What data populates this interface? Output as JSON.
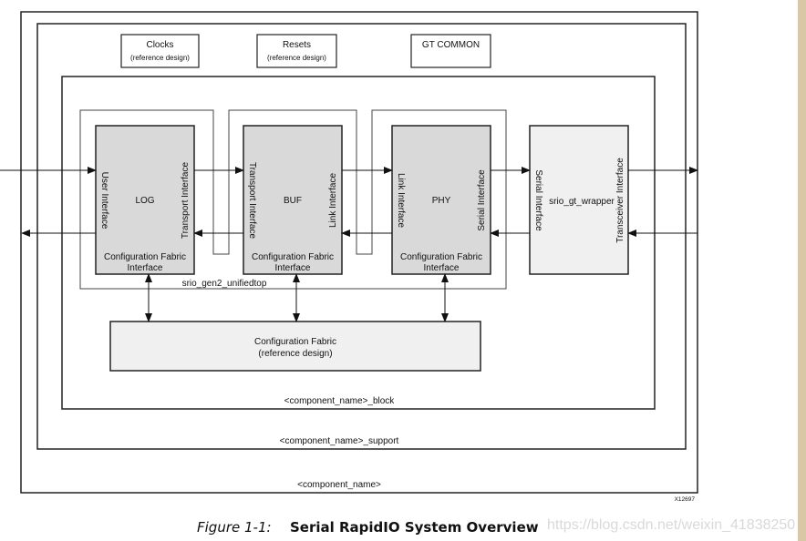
{
  "frames": {
    "outer": "<component_name>",
    "support": "<component_name>_support",
    "block": "<component_name>_block",
    "unifiedtop": "srio_gen2_unifiedtop"
  },
  "top_blocks": [
    {
      "title": "Clocks",
      "subtitle": "(reference design)"
    },
    {
      "title": "Resets",
      "subtitle": "(reference design)"
    },
    {
      "title": "GT COMMON",
      "subtitle": ""
    }
  ],
  "modules": [
    {
      "name": "LOG",
      "left_interface": "User Interface",
      "right_interface": "Transport Interface",
      "bottom_line1": "Configuration Fabric",
      "bottom_line2": "Interface"
    },
    {
      "name": "BUF",
      "left_interface": "Transport Interface",
      "right_interface": "Link Interface",
      "bottom_line1": "Configuration Fabric",
      "bottom_line2": "Interface"
    },
    {
      "name": "PHY",
      "left_interface": "Link Interface",
      "right_interface": "Serial Interface",
      "bottom_line1": "Configuration Fabric",
      "bottom_line2": "Interface"
    }
  ],
  "wrapper": {
    "name": "srio_gt_wrapper",
    "left_interface": "Serial Interface",
    "right_interface": "Transceiver Interface"
  },
  "config_fabric": {
    "line1": "Configuration Fabric",
    "line2": "(reference design)"
  },
  "figure_id": "X12697",
  "caption": {
    "label": "Figure 1-1:",
    "title": "Serial RapidIO System Overview"
  },
  "watermark": "https://blog.csdn.net/weixin_41838250",
  "colors": {
    "module_fill": "#d9d9d9",
    "wrapper_fill": "#f0f0f0",
    "fabric_fill": "#f0f0f0",
    "line": "#222222",
    "side_strip": "#d8c8a6"
  }
}
